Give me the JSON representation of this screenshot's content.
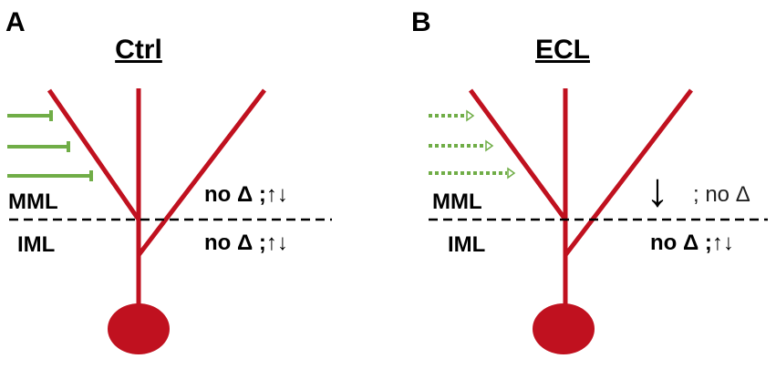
{
  "panels": [
    {
      "letter": "A",
      "title": "Ctrl",
      "layers": {
        "upper": "MML",
        "lower": "IML"
      },
      "mml_change": "no Δ ;↑↓",
      "iml_change": "no Δ ;↑↓",
      "input_style": "solid"
    },
    {
      "letter": "B",
      "title": "ECL",
      "layers": {
        "upper": "MML",
        "lower": "IML"
      },
      "mml_arrow": "↓",
      "mml_change": "; no Δ",
      "iml_change": "no Δ ;↑↓",
      "input_style": "dotted"
    }
  ],
  "colors": {
    "neuron": "#c0111f",
    "input": "#70ad47",
    "boundary": "#000000",
    "text": "#000000"
  }
}
